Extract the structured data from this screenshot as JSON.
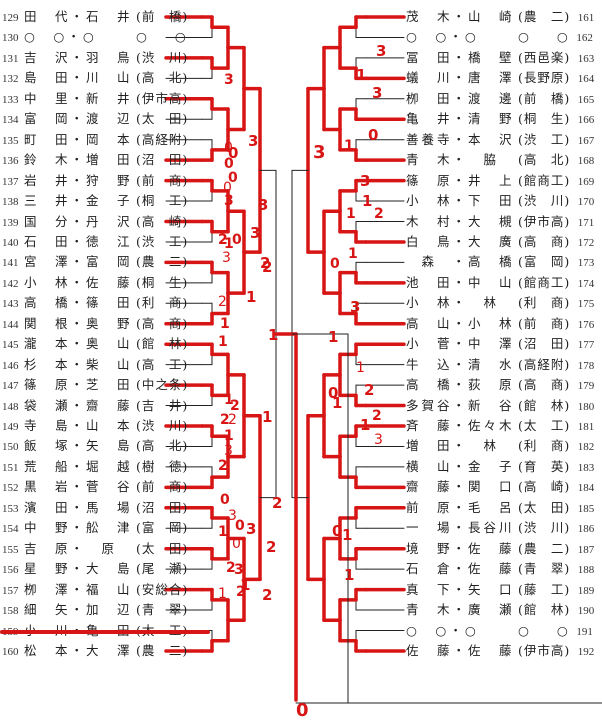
{
  "document": {
    "type": "tournament-bracket",
    "annotation_color": "#d81515",
    "line_color": "#222222",
    "final_score_bottom": "0",
    "center_score": "3"
  },
  "left_entries": [
    {
      "no": "129",
      "p1": "田代",
      "p2": "石井",
      "school": "(前　橋)",
      "win": true
    },
    {
      "no": "130",
      "p1": "○",
      "p2": "○",
      "school": "○　　○",
      "win": false,
      "bye": true
    },
    {
      "no": "131",
      "p1": "吉沢",
      "p2": "羽鳥",
      "school": "(渋　川)",
      "win": true
    },
    {
      "no": "132",
      "p1": "島田",
      "p2": "川山",
      "school": "(高　北)",
      "win": false
    },
    {
      "no": "133",
      "p1": "中里",
      "p2": "新井",
      "school": "(伊市高)",
      "win": true
    },
    {
      "no": "134",
      "p1": "富岡",
      "p2": "渡辺",
      "school": "(太　田)",
      "win": false
    },
    {
      "no": "135",
      "p1": "町田",
      "p2": "岡本",
      "school": "(高経附)",
      "win": false
    },
    {
      "no": "136",
      "p1": "鈴木",
      "p2": "増田",
      "school": "(沼　田)",
      "win": true
    },
    {
      "no": "137",
      "p1": "岩井",
      "p2": "狩野",
      "school": "(前　商)",
      "win": true
    },
    {
      "no": "138",
      "p1": "三井",
      "p2": "金子",
      "school": "(桐　工)",
      "win": false
    },
    {
      "no": "139",
      "p1": "国分",
      "p2": "丹沢",
      "school": "(高　崎)",
      "win": true
    },
    {
      "no": "140",
      "p1": "石田",
      "p2": "徳江",
      "school": "(渋　工)",
      "win": false
    },
    {
      "no": "141",
      "p1": "宮澤",
      "p2": "富岡",
      "school": "(農　二)",
      "win": true
    },
    {
      "no": "142",
      "p1": "小林",
      "p2": "佐藤",
      "school": "(桐　生)",
      "win": false
    },
    {
      "no": "143",
      "p1": "高橋",
      "p2": "篠田",
      "school": "(利　商)",
      "win": false
    },
    {
      "no": "144",
      "p1": "関根",
      "p2": "奥野",
      "school": "(高　商)",
      "win": true
    },
    {
      "no": "145",
      "p1": "瀧本",
      "p2": "奥山",
      "school": "(館　林)",
      "win": true
    },
    {
      "no": "146",
      "p1": "杉本",
      "p2": "柴山",
      "school": "(高　工)",
      "win": false
    },
    {
      "no": "147",
      "p1": "篠原",
      "p2": "芝田",
      "school": "(中之条)",
      "win": true
    },
    {
      "no": "148",
      "p1": "袋瀬",
      "p2": "齋藤",
      "school": "(吉　井)",
      "win": false
    },
    {
      "no": "149",
      "p1": "寺島",
      "p2": "山本",
      "school": "(渋　川)",
      "win": true
    },
    {
      "no": "150",
      "p1": "飯塚",
      "p2": "矢島",
      "school": "(高　北)",
      "win": false
    },
    {
      "no": "151",
      "p1": "荒船",
      "p2": "堀越",
      "school": "(樹　徳)",
      "win": false
    },
    {
      "no": "152",
      "p1": "黒岩",
      "p2": "菅谷",
      "school": "(前　商)",
      "win": true
    },
    {
      "no": "153",
      "p1": "濱田",
      "p2": "馬場",
      "school": "(沼　田)",
      "win": true
    },
    {
      "no": "154",
      "p1": "中野",
      "p2": "舩津",
      "school": "(富　岡)",
      "win": false
    },
    {
      "no": "155",
      "p1": "吉原",
      "p2": "原",
      "school": "(太　田)",
      "win": true
    },
    {
      "no": "156",
      "p1": "星野",
      "p2": "大島",
      "school": "(尾　瀬)",
      "win": false
    },
    {
      "no": "157",
      "p1": "栁澤",
      "p2": "福山",
      "school": "(安総合)",
      "win": true
    },
    {
      "no": "158",
      "p1": "細矢",
      "p2": "加辺",
      "school": "(青　翠)",
      "win": false
    },
    {
      "no": "159",
      "p1": "小川",
      "p2": "亀田",
      "school": "(太　工)",
      "win": false,
      "struck": true
    },
    {
      "no": "160",
      "p1": "松本",
      "p2": "大澤",
      "school": "(農　二)",
      "win": true
    }
  ],
  "right_entries": [
    {
      "no": "161",
      "p1": "茂木",
      "p2": "山崎",
      "school": "(農　二)",
      "win": true
    },
    {
      "no": "162",
      "p1": "○",
      "p2": "○",
      "school": "○　　○",
      "win": false,
      "bye": true
    },
    {
      "no": "163",
      "p1": "冨田",
      "p2": "橋壁",
      "school": "(西邑楽)",
      "win": false
    },
    {
      "no": "164",
      "p1": "蟻川",
      "p2": "唐澤",
      "school": "(長野原)",
      "win": true
    },
    {
      "no": "165",
      "p1": "栁田",
      "p2": "渡邊",
      "school": "(前　橋)",
      "win": false
    },
    {
      "no": "166",
      "p1": "亀井",
      "p2": "清野",
      "school": "(桐　生)",
      "win": true
    },
    {
      "no": "167",
      "p1": "善養寺",
      "p2": "本沢",
      "school": "(渋　工)",
      "win": false
    },
    {
      "no": "168",
      "p1": "青木",
      "p2": "脇",
      "school": "(高　北)",
      "win": true
    },
    {
      "no": "169",
      "p1": "篠原",
      "p2": "井上",
      "school": "(館商工)",
      "win": true
    },
    {
      "no": "170",
      "p1": "小林",
      "p2": "下田",
      "school": "(渋　川)",
      "win": false
    },
    {
      "no": "171",
      "p1": "木村",
      "p2": "大槻",
      "school": "(伊市高)",
      "win": false
    },
    {
      "no": "172",
      "p1": "白鳥",
      "p2": "大廣",
      "school": "(高　商)",
      "win": true
    },
    {
      "no": "173",
      "p1": "森",
      "p2": "高橋",
      "school": "(富　岡)",
      "win": false
    },
    {
      "no": "174",
      "p1": "池田",
      "p2": "中山",
      "school": "(館商工)",
      "win": true
    },
    {
      "no": "175",
      "p1": "小林",
      "p2": "林",
      "school": "(利　商)",
      "win": false
    },
    {
      "no": "176",
      "p1": "高山",
      "p2": "小林",
      "school": "(前　商)",
      "win": true
    },
    {
      "no": "177",
      "p1": "小菅",
      "p2": "中澤",
      "school": "(沼　田)",
      "win": true
    },
    {
      "no": "178",
      "p1": "牛込",
      "p2": "清水",
      "school": "(高経附)",
      "win": false
    },
    {
      "no": "179",
      "p1": "高橋",
      "p2": "荻原",
      "school": "(高　商)",
      "win": false
    },
    {
      "no": "180",
      "p1": "多賀谷",
      "p2": "新谷",
      "school": "(館　林)",
      "win": true
    },
    {
      "no": "181",
      "p1": "斉藤",
      "p2": "佐々木",
      "school": "(太　工)",
      "win": true
    },
    {
      "no": "182",
      "p1": "増田",
      "p2": "林",
      "school": "(利　商)",
      "win": false
    },
    {
      "no": "183",
      "p1": "横山",
      "p2": "金子",
      "school": "(育　英)",
      "win": false
    },
    {
      "no": "184",
      "p1": "齋藤",
      "p2": "関口",
      "school": "(高　崎)",
      "win": true
    },
    {
      "no": "185",
      "p1": "前原",
      "p2": "毛呂",
      "school": "(太　田)",
      "win": true
    },
    {
      "no": "186",
      "p1": "一場",
      "p2": "長谷川",
      "school": "(渋　川)",
      "win": false
    },
    {
      "no": "187",
      "p1": "境野",
      "p2": "佐藤",
      "school": "(農　二)",
      "win": true
    },
    {
      "no": "188",
      "p1": "石倉",
      "p2": "佐藤",
      "school": "(青　翠)",
      "win": false
    },
    {
      "no": "189",
      "p1": "真下",
      "p2": "矢口",
      "school": "(藤　工)",
      "win": true
    },
    {
      "no": "190",
      "p1": "青木",
      "p2": "廣瀬",
      "school": "(館　林)",
      "win": false
    },
    {
      "no": "191",
      "p1": "○",
      "p2": "○",
      "school": "○　　○",
      "win": false,
      "bye": true
    },
    {
      "no": "192",
      "p1": "佐藤",
      "p2": "佐藤",
      "school": "(伊市高)",
      "win": true
    }
  ],
  "scores": {
    "left": {
      "r1": [
        [
          "",
          ""
        ],
        [
          "3",
          "0"
        ],
        [
          "0",
          "0"
        ],
        [
          "",
          ""
        ],
        [
          "1",
          ""
        ],
        [
          "2",
          "0"
        ],
        [
          "",
          ""
        ],
        [
          "",
          ""
        ],
        [
          "",
          ""
        ],
        [
          "",
          ""
        ],
        [
          "",
          ""
        ],
        [
          "",
          ""
        ],
        [
          "",
          ""
        ],
        [
          "",
          ""
        ],
        [
          "",
          ""
        ],
        [
          "",
          ""
        ]
      ],
      "r1_labels": [
        "3",
        "0",
        "0",
        "0",
        "0",
        "3",
        "1",
        "3",
        "2",
        "0",
        "2",
        "1",
        "1",
        "",
        "1",
        "2",
        "2",
        "2",
        "1",
        "3",
        "2",
        "0",
        "3",
        "0",
        "1",
        "0",
        "2",
        "3",
        "1",
        "2",
        ""
      ],
      "r2_labels": [
        "3",
        "0",
        "3",
        "1",
        "2",
        "3",
        "1",
        "2"
      ],
      "r3_labels": [
        "3",
        "2",
        "1",
        "2"
      ],
      "r4_labels": [
        "1",
        "2"
      ]
    },
    "right": {
      "r2_labels": [
        "3",
        "1",
        "3",
        "0",
        "3",
        "1",
        "2",
        "1"
      ],
      "r3_labels": [
        "1",
        "1",
        "2",
        "0",
        "1",
        "2",
        "1",
        "3"
      ],
      "r4_labels": [
        "1",
        "0",
        "1",
        "1"
      ],
      "semi_labels": [
        "3",
        "1",
        "0"
      ]
    }
  }
}
